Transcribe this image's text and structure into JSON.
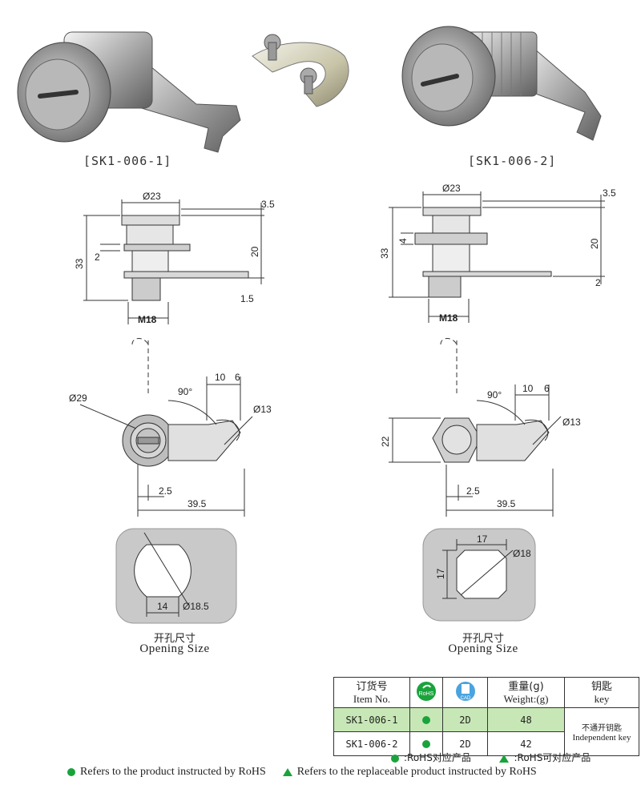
{
  "photos": [
    {
      "label": "[SK1-006-1]"
    },
    {
      "label": "[SK1-006-2]"
    }
  ],
  "drawings": {
    "left": {
      "side": {
        "d_head": "Ø23",
        "head_h": "3.5",
        "total_h": "33",
        "body_h": "20",
        "flange": "2",
        "cam_t": "1.5",
        "thread": "M18"
      },
      "front": {
        "d_sweep": "Ø29",
        "angle": "90°",
        "w1": "10",
        "w2": "6",
        "d_hook": "Ø13",
        "off": "2.5",
        "length": "39.5"
      },
      "cutout": {
        "width": "14",
        "dia": "Ø18.5"
      }
    },
    "right": {
      "side": {
        "d_head": "Ø23",
        "head_h": "3.5",
        "total_h": "33",
        "body_h": "20",
        "nut_h": "4",
        "cam_t": "2",
        "thread": "M18"
      },
      "front": {
        "height": "22",
        "angle": "90°",
        "w1": "10",
        "w2": "6",
        "d_hook": "Ø13",
        "off": "2.5",
        "length": "39.5"
      },
      "cutout": {
        "width": "17",
        "height": "17",
        "dia": "Ø18"
      }
    }
  },
  "opening": {
    "cn": "开孔尺寸",
    "en": "Opening Size"
  },
  "table": {
    "headers": {
      "item_cn": "订货号",
      "item_en": "Item No.",
      "rohs_icon": "RoHS",
      "cad_icon": "CAD",
      "weight_cn": "重量(g)",
      "weight_en": "Weight:(g)",
      "key_cn": "钥匙",
      "key_en": "key"
    },
    "rows": [
      {
        "item": "SK1-006-1",
        "cad": "2D",
        "weight": "48"
      },
      {
        "item": "SK1-006-2",
        "cad": "2D",
        "weight": "42"
      }
    ],
    "key_cn": "不通开钥匙",
    "key_en": "Independent key"
  },
  "legend_small": {
    "rohs": ":RoHS对应产品",
    "replace": ":RoHS可对应产品"
  },
  "legend": {
    "rohs": "Refers to the product instructed by RoHS",
    "replace": "Refers to the replaceable product instructed by RoHS"
  },
  "colors": {
    "rohs_green": "#1aa33c",
    "row_highlight": "#c7e8b6",
    "cad_blue": "#4aa3df"
  }
}
